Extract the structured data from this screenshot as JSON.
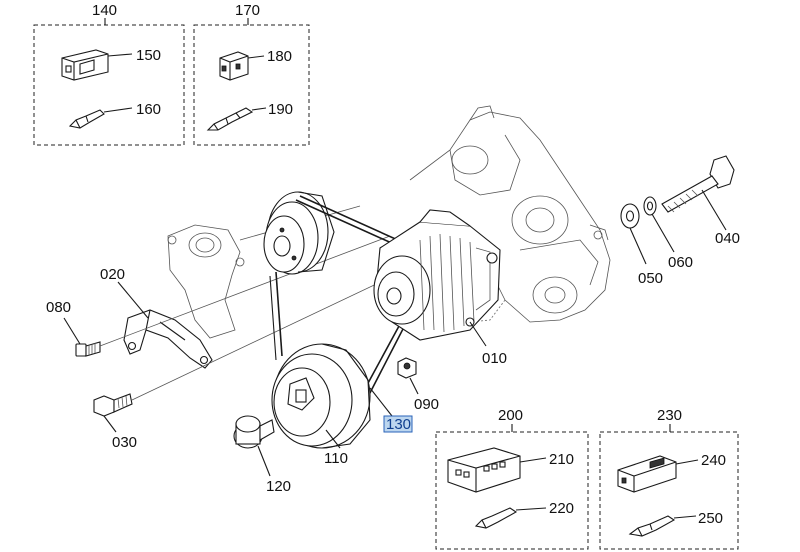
{
  "callouts": {
    "c010": "010",
    "c020": "020",
    "c030": "030",
    "c040": "040",
    "c050": "050",
    "c060": "060",
    "c080": "080",
    "c090": "090",
    "c110": "110",
    "c120": "120",
    "c130": "130",
    "c140": "140",
    "c150": "150",
    "c160": "160",
    "c170": "170",
    "c180": "180",
    "c190": "190",
    "c200": "200",
    "c210": "210",
    "c220": "220",
    "c230": "230",
    "c240": "240",
    "c250": "250"
  },
  "highlight": {
    "selected_part": "130",
    "highlight_color": "#bcd6ef",
    "border_color": "#2a63b8"
  }
}
